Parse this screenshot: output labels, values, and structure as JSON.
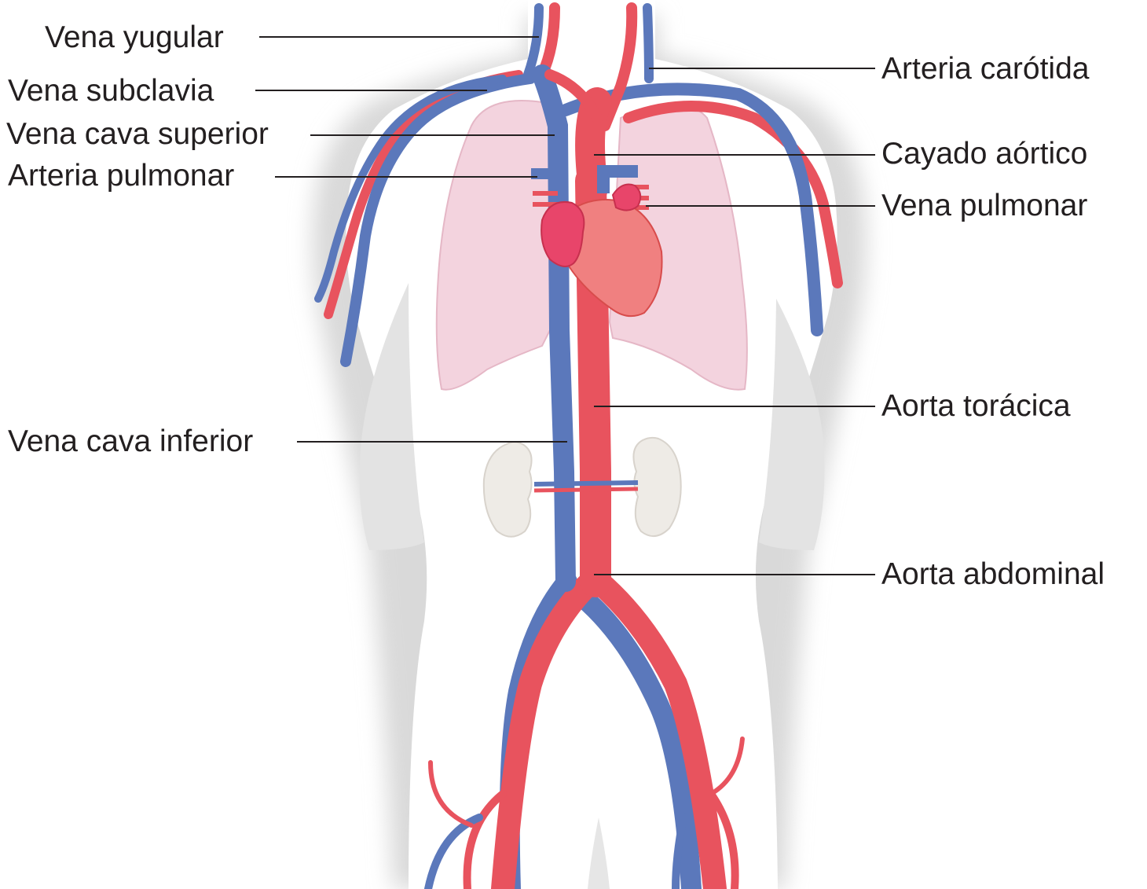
{
  "diagram": {
    "colors": {
      "artery": "#e8535e",
      "vein": "#5b78bb",
      "lung": "#f3d3de",
      "heart": "#f08080",
      "atrium": "#e8456a",
      "kidney": "#eeebe6",
      "body_shadow": "#d9d9d9",
      "leader": "#231f20"
    },
    "labels": {
      "left": {
        "jugular_vein": "Vena yugular",
        "subclavian_vein": "Vena subclavia",
        "superior_vena_cava": "Vena cava superior",
        "pulmonary_artery": "Arteria pulmonar",
        "inferior_vena_cava": "Vena cava inferior"
      },
      "right": {
        "carotid_artery": "Arteria carótida",
        "aortic_arch": "Cayado aórtico",
        "pulmonary_vein": "Vena pulmonar",
        "thoracic_aorta": "Aorta torácica",
        "abdominal_aorta": "Aorta abdominal"
      }
    }
  }
}
